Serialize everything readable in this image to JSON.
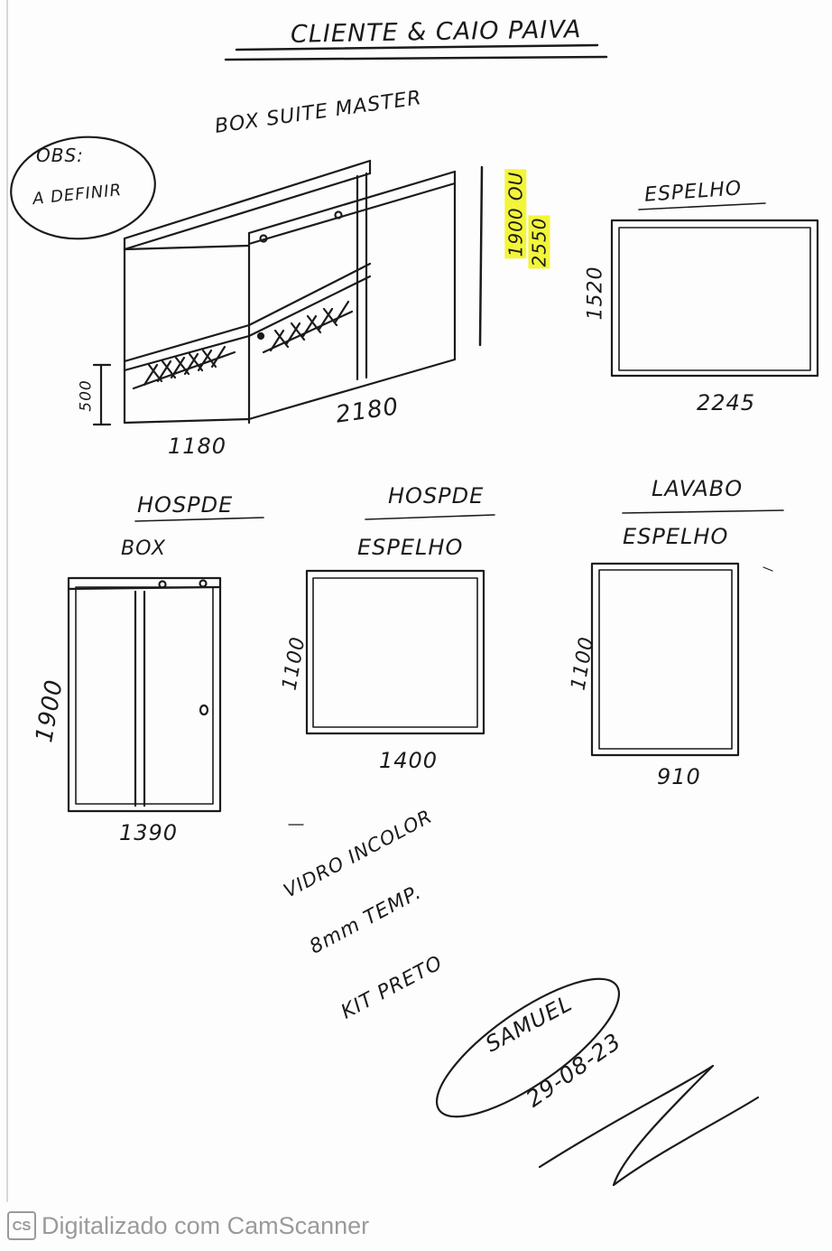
{
  "header": {
    "client_title": "CLIENTE & CAIO PAIVA"
  },
  "note": {
    "obs_label": "OBS:",
    "obs_text": "A DEFINIR"
  },
  "suite_master": {
    "title": "BOX SUITE MASTER",
    "height_options": [
      "1900 OU",
      "2550"
    ],
    "band_height": "500",
    "width_side": "1180",
    "width_front": "2180"
  },
  "suite_mirror": {
    "title": "ESPELHO",
    "height": "1520",
    "width": "2245"
  },
  "guest_box": {
    "title": "HOSPDE",
    "subtitle": "BOX",
    "height": "1900",
    "width": "1390"
  },
  "guest_mirror": {
    "title": "HOSPDE",
    "subtitle": "ESPELHO",
    "height": "1100",
    "width": "1400"
  },
  "lavabo_mirror": {
    "title": "LAVABO",
    "subtitle": "ESPELHO",
    "height": "1100",
    "width": "910"
  },
  "specs": {
    "glass": "VIDRO INCOLOR",
    "thickness": "8mm TEMP.",
    "kit": "KIT PRETO"
  },
  "signature": {
    "name": "SAMUEL",
    "date": "29-08-23"
  },
  "footer": {
    "logo": "CS",
    "scanner_text": "Digitalizado com CamScanner"
  },
  "colors": {
    "highlight": "#f3f53a",
    "ink": "#1b1b1b",
    "footer_gray": "#9a9a9a"
  }
}
